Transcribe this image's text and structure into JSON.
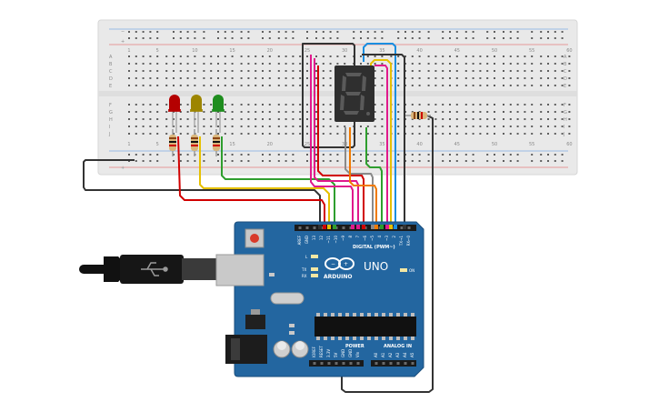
{
  "canvas": {
    "background": "#ffffff"
  },
  "breadboard": {
    "body_color": "#e9e9e9",
    "col_numbers": [
      "1",
      "5",
      "10",
      "15",
      "20",
      "25",
      "30",
      "35",
      "40",
      "45",
      "50",
      "55",
      "60"
    ],
    "row_letters_top": [
      "A",
      "B",
      "C",
      "D",
      "E"
    ],
    "row_letters_bottom": [
      "F",
      "G",
      "H",
      "I",
      "J"
    ],
    "rail_minus": "−",
    "rail_plus": "+"
  },
  "leds": [
    {
      "name": "red-led",
      "color": "#b40000"
    },
    {
      "name": "yellow-led",
      "color": "#9d8500"
    },
    {
      "name": "green-led",
      "color": "#1e8d1e"
    }
  ],
  "seven_segment": {
    "digit": "8",
    "body_color": "#2f2f2f",
    "segment_color": "#5a5a5a"
  },
  "wire_colors": {
    "black": "#333333",
    "red": "#d10000",
    "yellow": "#e6c000",
    "green": "#2e9e2e",
    "magenta": "#e0198c",
    "orange": "#f07a00",
    "blue": "#1a8ee0",
    "gray": "#8a8a8a"
  },
  "arduino": {
    "board_color": "#2366a0",
    "logo_text": "ARDUINO",
    "model": "UNO",
    "digital_label": "DIGITAL (PWM~)",
    "power_label": "POWER",
    "analog_label": "ANALOG IN",
    "led_labels": [
      "L",
      "TX",
      "RX"
    ],
    "on_label": "ON",
    "top_pins": [
      "AREF",
      "GND",
      "13",
      "12",
      "~11",
      "~10",
      "~9",
      "8",
      "7",
      "~6",
      "~5",
      "4",
      "~3",
      "2",
      "TX→1",
      "RX←0"
    ],
    "power_pins": [
      "IOREF",
      "RESET",
      "3.3V",
      "5V",
      "GND",
      "GND",
      "Vin"
    ],
    "analog_pins": [
      "A0",
      "A1",
      "A2",
      "A3",
      "A4",
      "A5"
    ]
  }
}
